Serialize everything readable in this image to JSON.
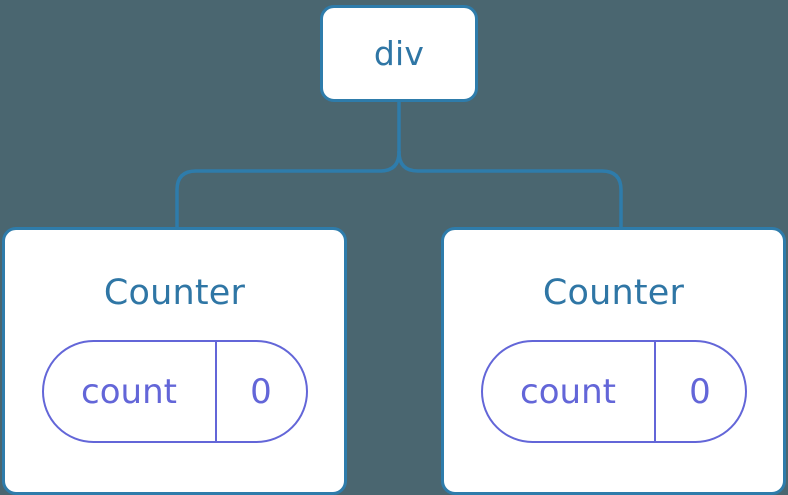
{
  "diagram": {
    "type": "component-tree",
    "background_color": "#4a6670",
    "node_border_color": "#2e7cab",
    "node_text_color": "#2f76a5",
    "state_color": "#6366d8",
    "connector_color": "#2e7cab",
    "root": {
      "label": "div"
    },
    "children": [
      {
        "label": "Counter",
        "state": {
          "key": "count",
          "value": "0"
        }
      },
      {
        "label": "Counter",
        "state": {
          "key": "count",
          "value": "0"
        }
      }
    ]
  }
}
